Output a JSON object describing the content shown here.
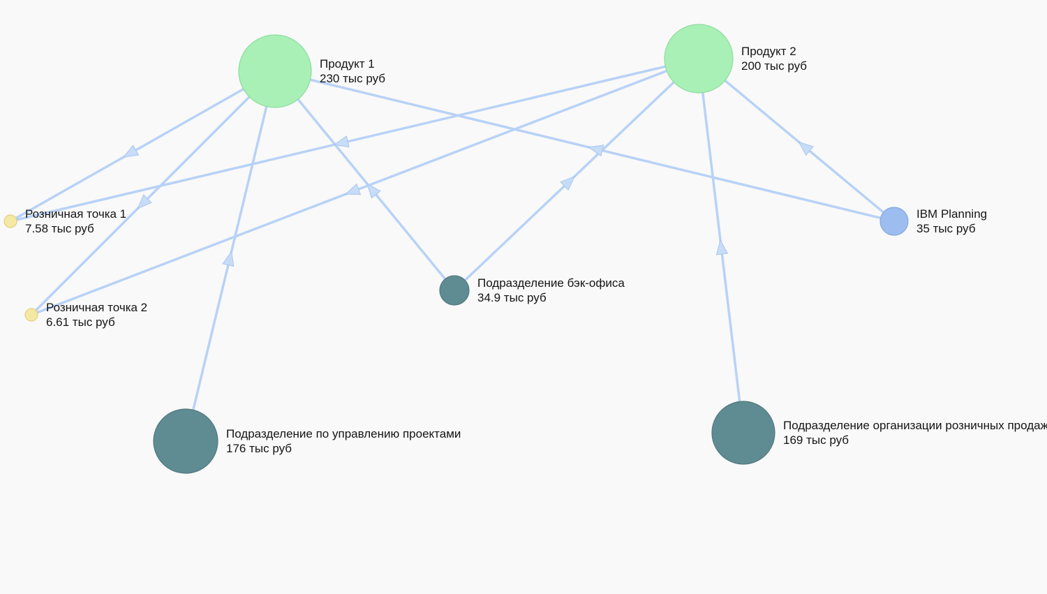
{
  "colors": {
    "background": "#f9f9f9",
    "edge": "#b8d2f6",
    "product": "#a8f0b6",
    "product_stroke": "#8fdca0",
    "department": "#5e8c92",
    "department_stroke": "#52797e",
    "retail": "#f5e8a3",
    "retail_stroke": "#e0cf80",
    "source": "#9dbdf0",
    "source_stroke": "#88a8e0"
  },
  "nodes": [
    {
      "id": "product1",
      "kind": "product",
      "name": "Продукт 1",
      "value": "230 тыс руб"
    },
    {
      "id": "product2",
      "kind": "product",
      "name": "Продукт 2",
      "value": "200 тыс руб"
    },
    {
      "id": "retail1",
      "kind": "retail",
      "name": "Розничная точка 1",
      "value": "7.58 тыс руб"
    },
    {
      "id": "retail2",
      "kind": "retail",
      "name": "Розничная точка 2",
      "value": "6.61 тыс руб"
    },
    {
      "id": "ibm",
      "kind": "source",
      "name": "IBM Planning",
      "value": "35 тыс руб"
    },
    {
      "id": "backoffice",
      "kind": "department",
      "name": "Подразделение бэк-офиса",
      "value": "34.9 тыс руб"
    },
    {
      "id": "pm",
      "kind": "department",
      "name": "Подразделение по управлению проектами",
      "value": "176 тыс руб"
    },
    {
      "id": "retailorg",
      "kind": "department",
      "name": "Подразделение организации розничных продаж",
      "value": "169 тыс руб"
    }
  ],
  "edges": [
    {
      "from": "backoffice",
      "to": "product1"
    },
    {
      "from": "backoffice",
      "to": "product2"
    },
    {
      "from": "pm",
      "to": "product1"
    },
    {
      "from": "retailorg",
      "to": "product2"
    },
    {
      "from": "ibm",
      "to": "product1"
    },
    {
      "from": "ibm",
      "to": "product2"
    },
    {
      "from": "product1",
      "to": "retail1"
    },
    {
      "from": "product1",
      "to": "retail2"
    },
    {
      "from": "product2",
      "to": "retail1"
    },
    {
      "from": "product2",
      "to": "retail2"
    }
  ]
}
